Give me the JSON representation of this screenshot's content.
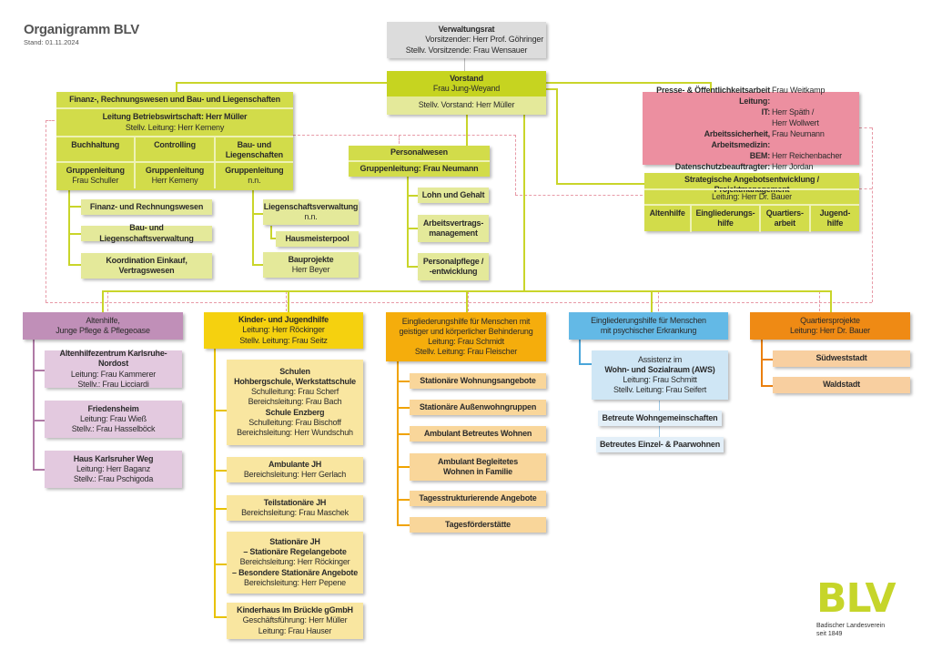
{
  "header": {
    "title": "Organigramm BLV",
    "subtitle": "Stand: 01.11.2024"
  },
  "colors": {
    "lime": "#d2dc4a",
    "lime_light": "#e4e99a",
    "pink": "#ec8fa0",
    "grey": "#dcdcdc",
    "violet": "#c08fb8",
    "violet_light": "#e3c9df",
    "yellow": "#f5d10f",
    "yellow_light": "#f9e6a0",
    "amber": "#f5ad0c",
    "amber_light": "#f9d69a",
    "blue": "#63b9e6",
    "blue_light": "#cfe6f5",
    "orange": "#ef8a14",
    "orange_light": "#f8cfa0",
    "logo": "#c6d52a"
  },
  "verwaltungsrat": {
    "title": "Verwaltungsrat",
    "line1": "Vorsitzender: Herr Prof. Göhringer",
    "line2": "Stellv. Vorsitzende: Frau Wensauer"
  },
  "vorstand": {
    "title": "Vorstand",
    "name": "Frau Jung-Weyand",
    "deputy": "Stellv. Vorstand: Herr Müller"
  },
  "finanz": {
    "title": "Finanz-, Rechnungswesen und Bau- und Liegenschaften",
    "lead1": "Leitung Betriebswirtschaft: Herr Müller",
    "lead2": "Stellv. Leitung: Herr Kemeny",
    "columns": [
      {
        "name": "Buchhaltung",
        "lead_title": "Gruppenleitung",
        "lead_name": "Frau Schuller"
      },
      {
        "name": "Controlling",
        "lead_title": "Gruppenleitung",
        "lead_name": "Herr Kemeny"
      },
      {
        "name": "Bau- und Liegenschaften",
        "lead_title": "Gruppenleitung",
        "lead_name": "n.n."
      }
    ],
    "left_units": [
      "Finanz- und Rechnungswesen",
      "Bau- und Liegenschaftsverwaltung",
      "Koordination Einkauf, Vertragswesen"
    ],
    "liegenschaft": {
      "title": "Liegenschaftsverwaltung",
      "name": "n.n."
    },
    "hausmeister": "Hausmeisterpool",
    "bauprojekte": {
      "title": "Bauprojekte",
      "name": "Herr Beyer"
    }
  },
  "personal": {
    "title": "Personalwesen",
    "lead": "Gruppenleitung: Frau Neumann",
    "units": [
      "Lohn und Gehalt",
      "Arbeitsvertrags-management",
      "Personalpflege / -entwicklung"
    ]
  },
  "presse": {
    "rows": [
      {
        "label": "Presse- & Öffentlichkeitsarbeit Leitung:",
        "value": "Frau Weitkamp"
      },
      {
        "label": "IT:",
        "value": "Herr Späth /"
      },
      {
        "label": "",
        "value": "Herr Wollwert"
      },
      {
        "label": "Arbeitssicherheit, Arbeitsmedizin:",
        "value": "Frau Neumann"
      },
      {
        "label": "BEM:",
        "value": "Herr Reichenbacher"
      },
      {
        "label": "Datenschutzbeauftragter:",
        "value": "Herr Jordan"
      }
    ]
  },
  "strategie": {
    "title": "Strategische Angebotsentwicklung / Projektmanagement",
    "lead": "Leitung: Herr Dr. Bauer",
    "columns": [
      "Altenhilfe",
      "Eingliederungs-hilfe",
      "Quartiers-arbeit",
      "Jugend-hilfe"
    ]
  },
  "altenhilfe": {
    "title1": "Altenhilfe,",
    "title2": "Junge Pflege & Pflegeoase",
    "units": [
      {
        "title": "Altenhilfezentrum Karlsruhe-Nordost",
        "line1": "Leitung: Frau Kammerer",
        "line2": "Stellv.: Frau Licciardi"
      },
      {
        "title": "Friedensheim",
        "line1": "Leitung: Frau Wieß",
        "line2": "Stellv.: Frau Hasselböck"
      },
      {
        "title": "Haus Karlsruher Weg",
        "line1": "Leitung: Herr Baganz",
        "line2": "Stellv.: Frau Pschigoda"
      }
    ]
  },
  "jugend": {
    "title": "Kinder- und Jugendhilfe",
    "lead": "Leitung: Herr Röckinger",
    "deputy": "Stellv. Leitung: Frau Seitz",
    "schulen": {
      "title": "Schulen",
      "s1": "Hohbergschule, Werkstattschule",
      "s1a": "Schulleitung: Frau Scherf",
      "s1b": "Bereichsleitung: Frau Bach",
      "s2": "Schule Enzberg",
      "s2a": "Schulleitung: Frau Bischoff",
      "s2b": "Bereichsleitung: Herr Wundschuh"
    },
    "ambulant": {
      "title": "Ambulante JH",
      "lead": "Bereichsleitung: Herr Gerlach"
    },
    "teil": {
      "title": "Teilstationäre JH",
      "lead": "Bereichsleitung: Frau Maschek"
    },
    "stationaer": {
      "title": "Stationäre JH",
      "a": "– Stationäre Regelangebote",
      "a_lead": "Bereichsleitung: Herr Röckinger",
      "b": "– Besondere Stationäre Angebote",
      "b_lead": "Bereichsleitung: Herr Pepene"
    },
    "kinderhaus": {
      "title": "Kinderhaus Im Brückle gGmbH",
      "line1": "Geschäftsführung: Herr Müller",
      "line2": "Leitung: Frau Hauser"
    }
  },
  "egh": {
    "title1": "Eingliederungshilfe für Menschen mit",
    "title2": "geistiger und körperlicher Behinderung",
    "lead": "Leitung: Frau Schmidt",
    "deputy": "Stellv. Leitung: Frau Fleischer",
    "units": [
      "Stationäre Wohnungsangebote",
      "Stationäre Außenwohngruppen",
      "Ambulant Betreutes Wohnen",
      "Ambulant Begleitetes Wohnen in Familie",
      "Tagesstrukturierende Angebote",
      "Tagesförderstätte"
    ]
  },
  "psych": {
    "title1": "Eingliederungshilfe für Menschen",
    "title2": "mit psychischer Erkrankung",
    "aws": {
      "title1": "Assistenz im",
      "title2": "Wohn- und Sozialraum (AWS)",
      "lead": "Leitung: Frau Schmitt",
      "deputy": "Stellv. Leitung: Frau Seifert"
    },
    "units": [
      "Betreute Wohngemeinschaften",
      "Betreutes Einzel- & Paarwohnen"
    ]
  },
  "quartier": {
    "title": "Quartiersprojekte",
    "lead": "Leitung: Herr Dr. Bauer",
    "units": [
      "Südweststadt",
      "Waldstadt"
    ]
  },
  "logo": {
    "mark": "BLV",
    "line1": "Badischer Landesverein",
    "line2": "seit 1849"
  }
}
